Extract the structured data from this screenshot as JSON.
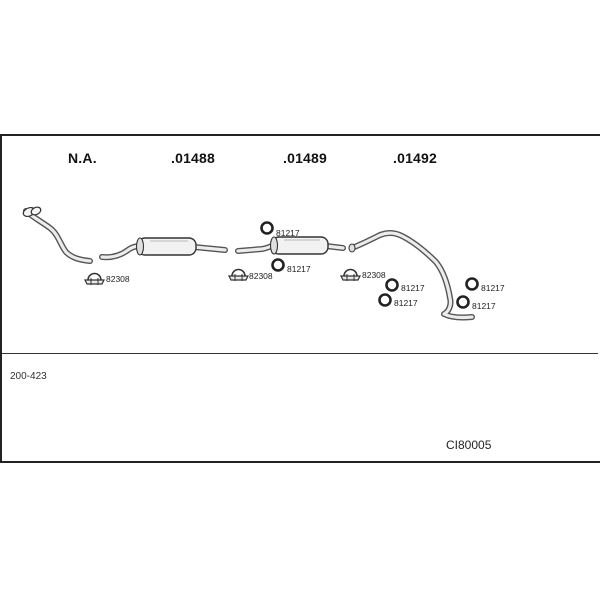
{
  "headers": {
    "col1": "N.A.",
    "col2": ".01488",
    "col3": ".01489",
    "col4": ".01492"
  },
  "part_labels": {
    "clamp_1": "82308",
    "clamp_2": "82308",
    "clamp_3": "82308",
    "ring_1": "81217",
    "ring_2": "81217",
    "ring_3": "81217",
    "ring_4": "81217",
    "ring_5": "81217",
    "ring_6": "81217"
  },
  "footer": {
    "note": "200-423",
    "code": "CI80005"
  }
}
